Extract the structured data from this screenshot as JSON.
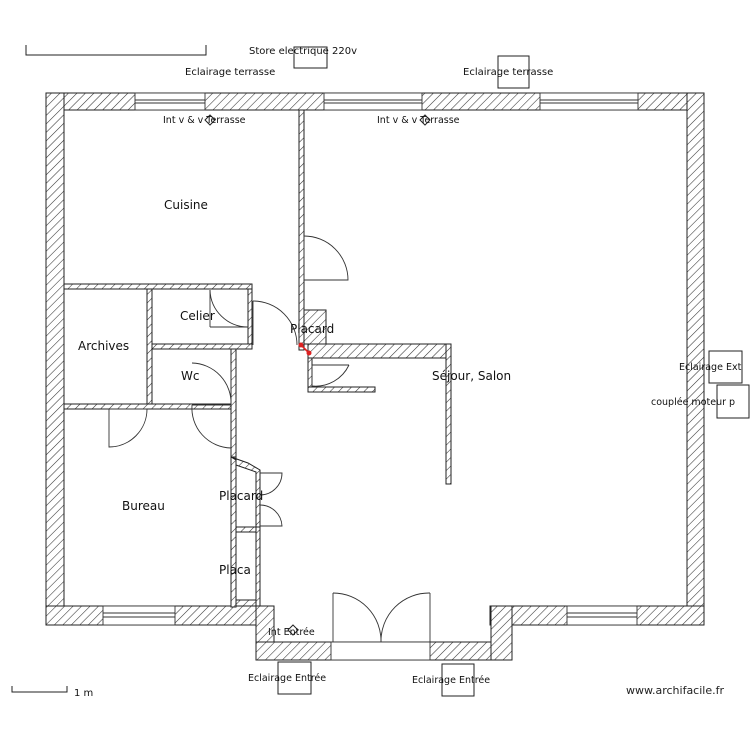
{
  "rooms": {
    "cuisine": "Cuisine",
    "celier": "Celier",
    "archives": "Archives",
    "wc": "Wc",
    "bureau": "Bureau",
    "placard_1": "Placard",
    "placard_2": "Placard",
    "placard_3": "Placa",
    "sejour": "Séjour, Salon"
  },
  "electrical": {
    "store": "Store electrique 220v",
    "eclairage_terrasse_1": "Eclairage terrasse",
    "eclairage_terrasse_2": "Eclairage terrasse",
    "int_terrasse_1": "Int v & v Terrasse",
    "int_terrasse_2": "Int v & v Terrasse",
    "eclairage_east": "Eclairage Ext",
    "couplee_moteur": "couplée moteur p",
    "int_entree": "Int Entrée",
    "eclairage_entree_1": "Eclairage Entrée",
    "eclairage_entree_2": "Eclairage Entrée"
  },
  "scale": {
    "label": "1 m"
  },
  "watermark": "www.archifacile.fr"
}
